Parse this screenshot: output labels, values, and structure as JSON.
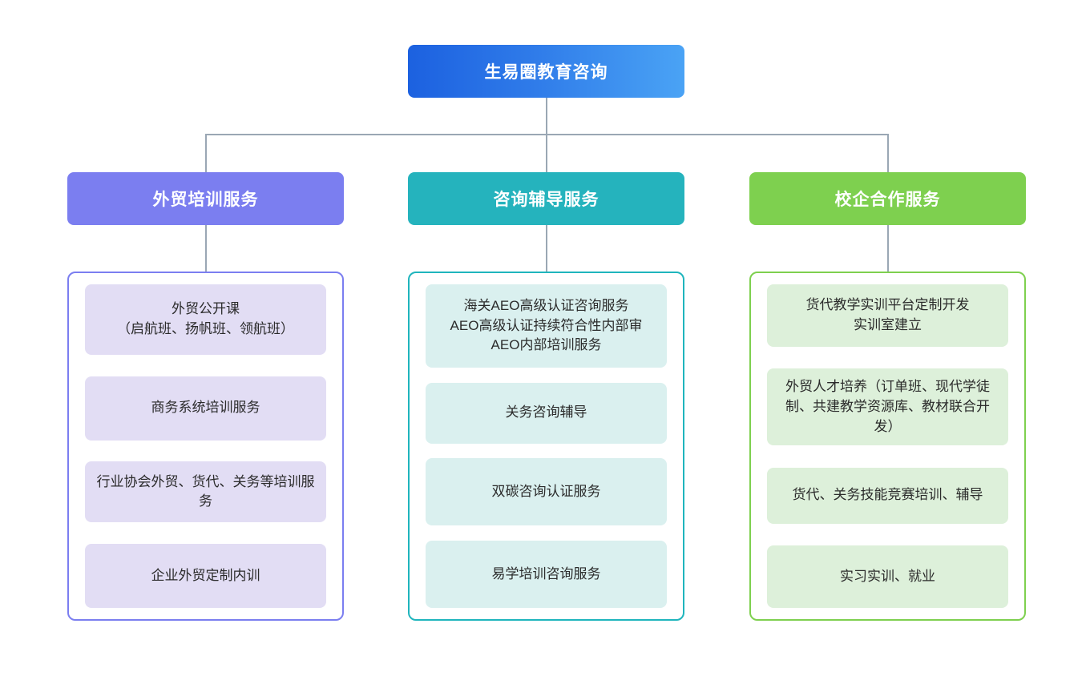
{
  "root": {
    "label": "生易圈教育咨询",
    "gradient_from": "#1c61e0",
    "gradient_to": "#4aa3f5"
  },
  "connector_color": "#9aa7b4",
  "columns": [
    {
      "header": "外贸培训服务",
      "header_color": "#7b7ef0",
      "border_color": "#7b7ef0",
      "item_bg": "#e2ddf4",
      "items": [
        "外贸公开课\n（启航班、扬帆班、领航班）",
        "商务系统培训服务",
        "行业协会外贸、货代、关务等培训服务",
        "企业外贸定制内训"
      ]
    },
    {
      "header": "咨询辅导服务",
      "header_color": "#25b3bd",
      "border_color": "#1fb5bd",
      "item_bg": "#daf0ef",
      "items": [
        "海关AEO高级认证咨询服务\nAEO高级认证持续符合性内部审\nAEO内部培训服务",
        "关务咨询辅导",
        "双碳咨询认证服务",
        "易学培训咨询服务"
      ]
    },
    {
      "header": "校企合作服务",
      "header_color": "#7ed04f",
      "border_color": "#7ed04f",
      "item_bg": "#ddf0da",
      "items": [
        "货代教学实训平台定制开发\n实训室建立",
        "外贸人才培养（订单班、现代学徒制、共建教学资源库、教材联合开发）",
        "货代、关务技能竞赛培训、辅导",
        "实习实训、就业"
      ]
    }
  ]
}
